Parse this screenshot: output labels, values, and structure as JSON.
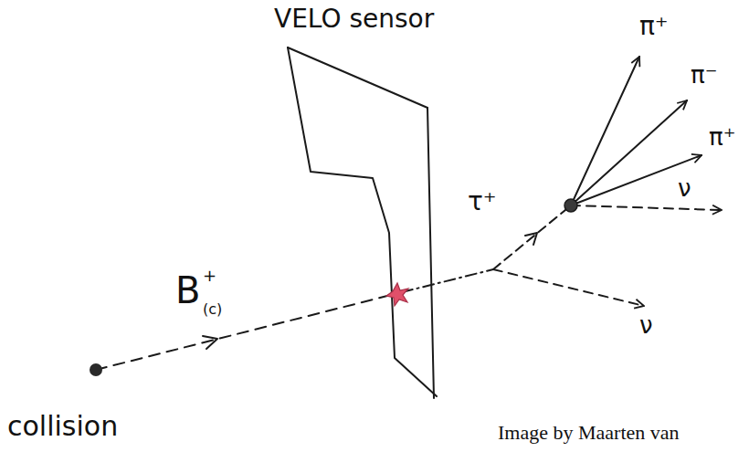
{
  "diagram": {
    "labels": [
      "VELO sensor",
      "π⁺",
      "π⁻",
      "π⁺",
      "τ⁺",
      "ν",
      "B",
      "+",
      "(c)",
      "ν",
      "collision",
      "Image by Maarten van"
    ]
  }
}
